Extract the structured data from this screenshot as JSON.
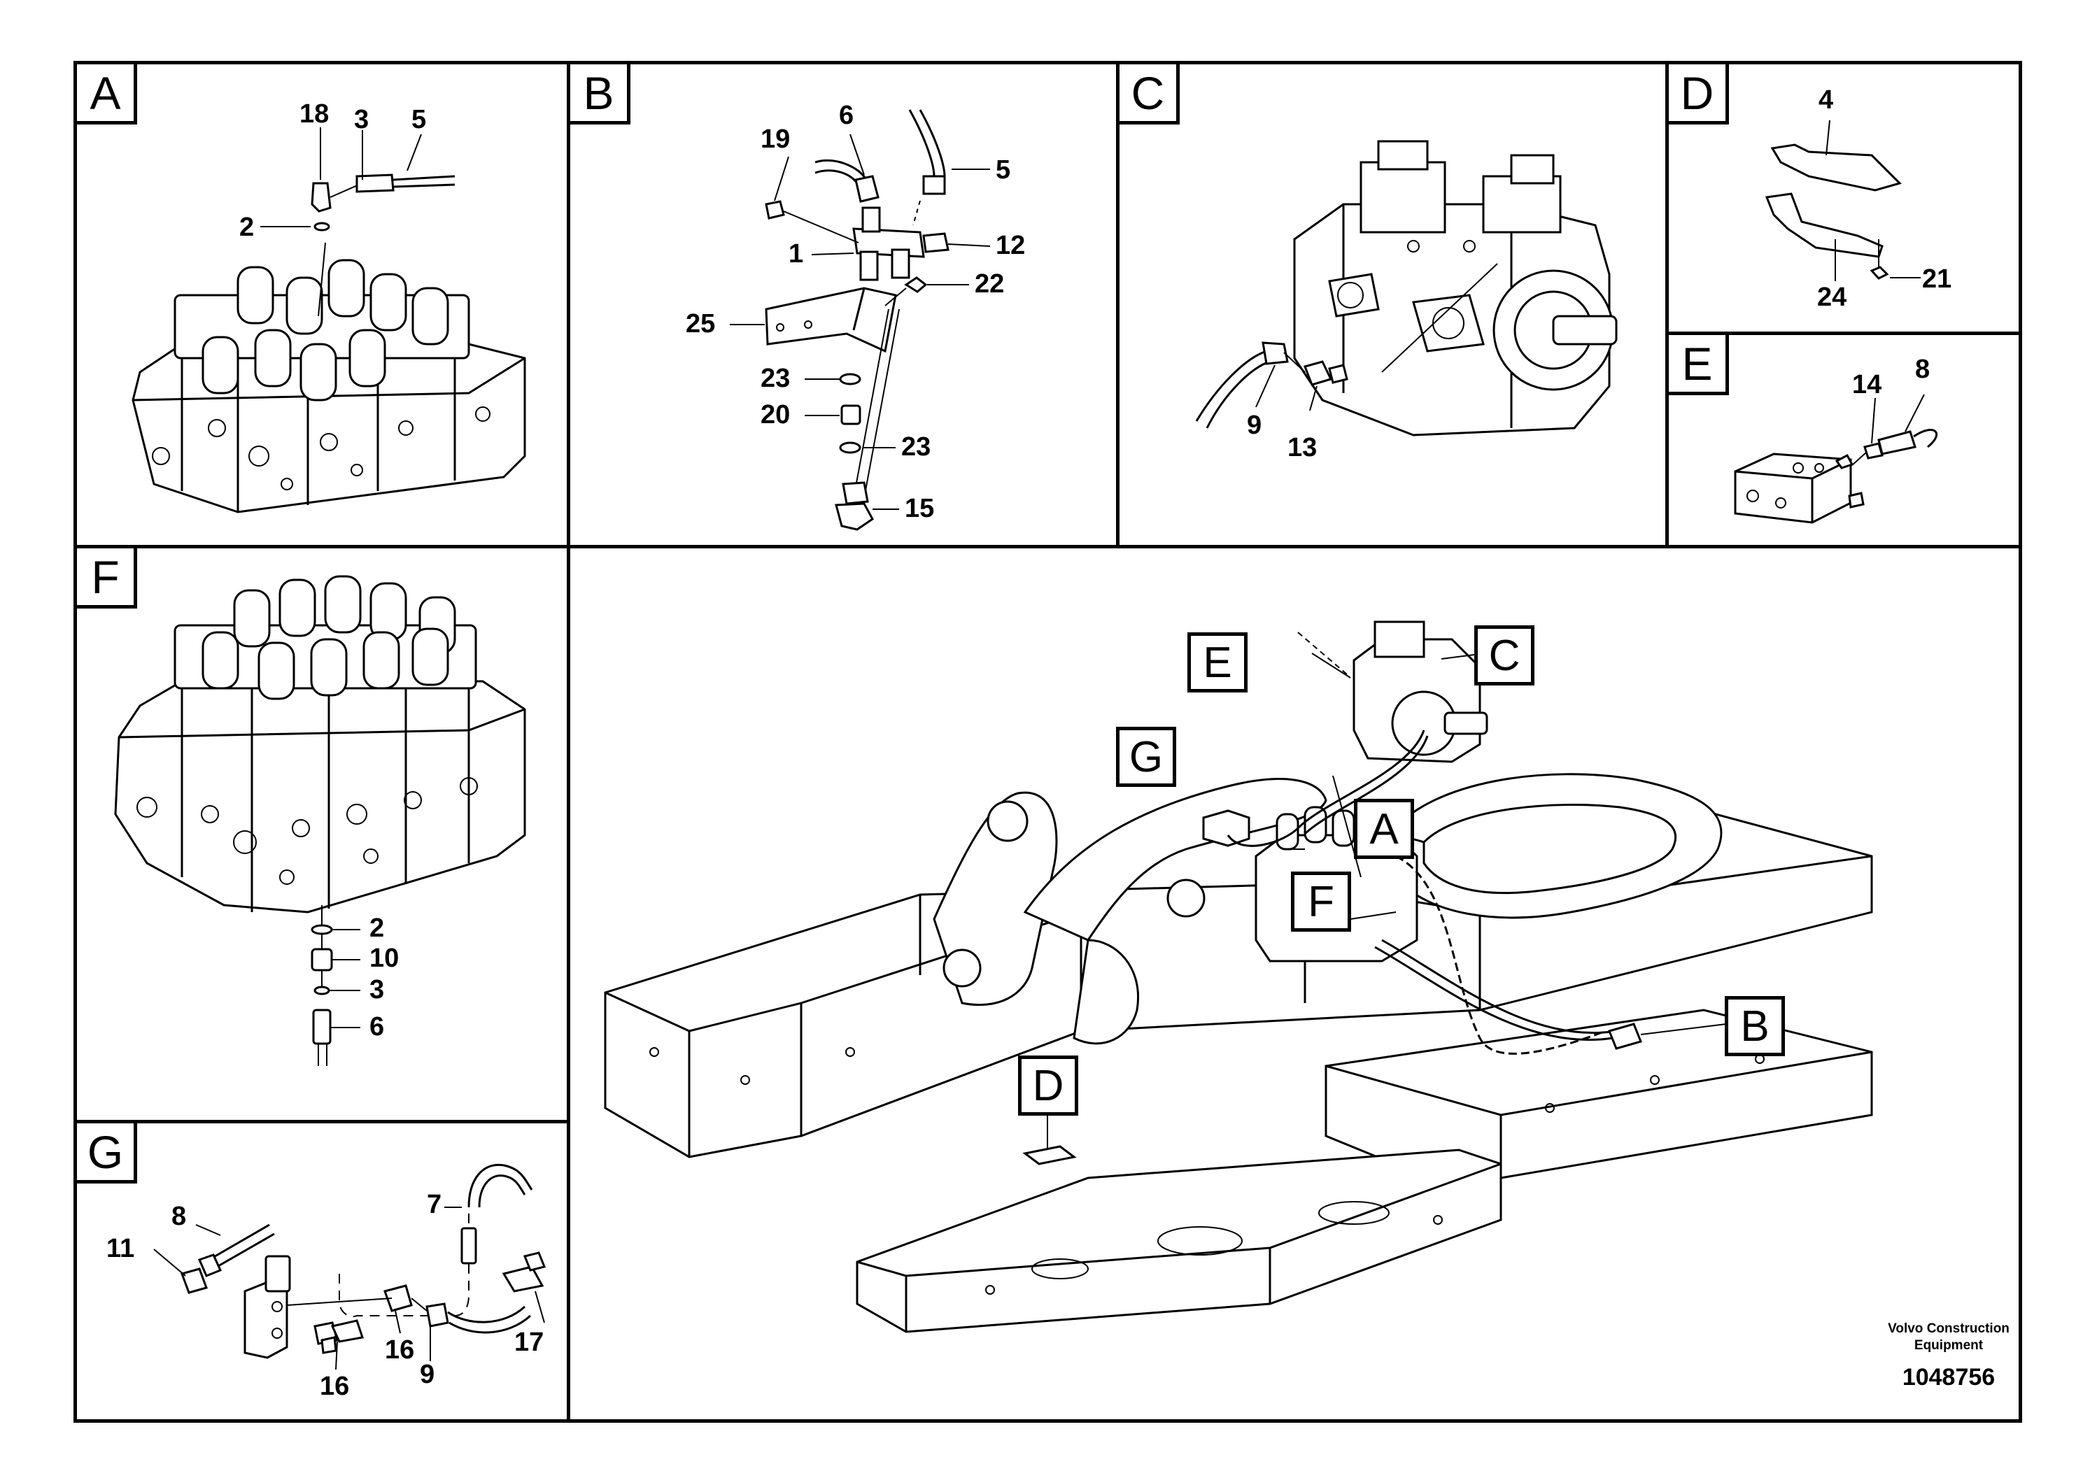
{
  "panels": [
    {
      "id": "A",
      "callouts": [
        "18",
        "3",
        "5",
        "2"
      ]
    },
    {
      "id": "B",
      "callouts": [
        "6",
        "19",
        "5",
        "1",
        "12",
        "22",
        "25",
        "23",
        "20",
        "23",
        "15"
      ]
    },
    {
      "id": "C",
      "callouts": [
        "9",
        "13"
      ]
    },
    {
      "id": "D",
      "callouts": [
        "4",
        "24",
        "21"
      ]
    },
    {
      "id": "E",
      "callouts": [
        "14",
        "8"
      ]
    },
    {
      "id": "F",
      "callouts": [
        "2",
        "10",
        "3",
        "6"
      ]
    },
    {
      "id": "G",
      "callouts": [
        "8",
        "7",
        "11",
        "17",
        "16",
        "16",
        "9"
      ]
    }
  ],
  "overview_refs": [
    "C",
    "E",
    "G",
    "A",
    "F",
    "B",
    "D"
  ],
  "footer": {
    "manufacturer_line1": "Volvo Construction",
    "manufacturer_line2": "Equipment",
    "drawing_number": "1048756"
  }
}
